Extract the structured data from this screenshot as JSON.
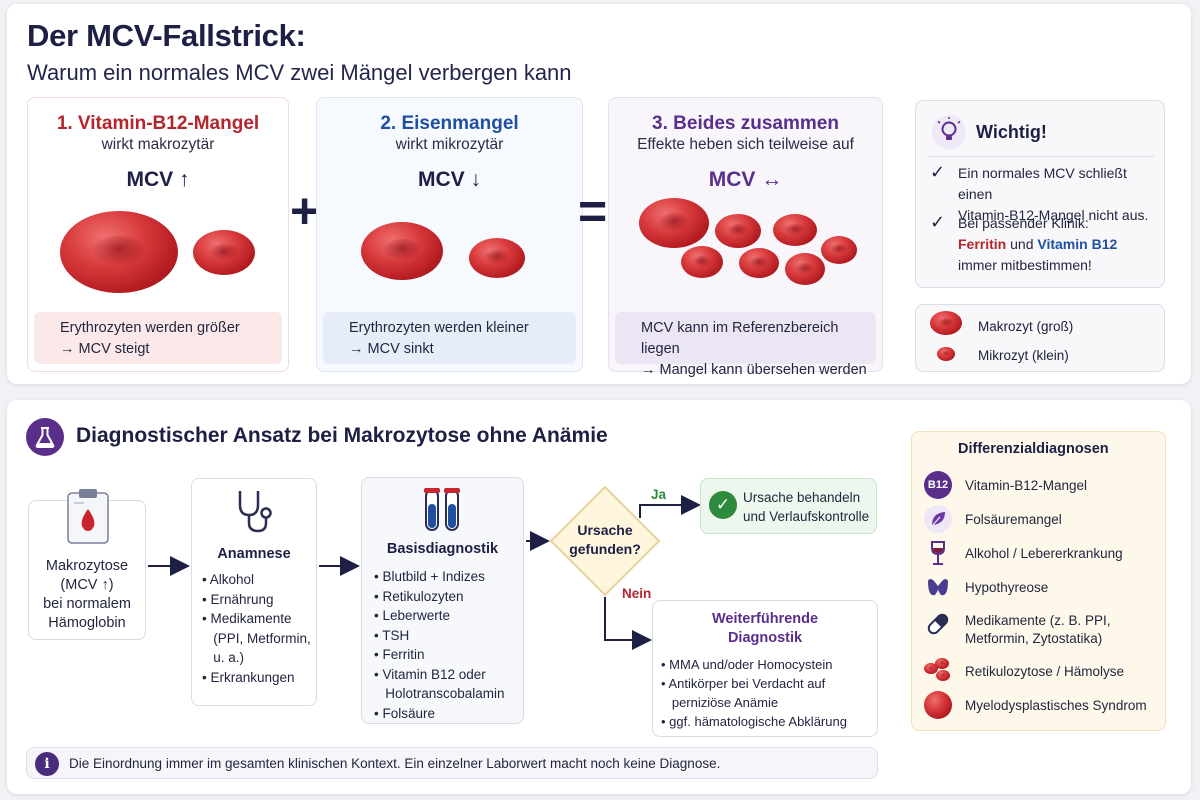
{
  "header": {
    "title": "Der MCV-Fallstrick:",
    "subtitle": "Warum ein normales MCV zwei Mängel verbergen kann"
  },
  "cards": [
    {
      "title": "1. Vitamin-B12-Mangel",
      "subtitle": "wirkt makrozytär",
      "mcv": "MCV ↑",
      "note_line1": "Erythrozyten werden größer",
      "note_line2": "→ MCV steigt"
    },
    {
      "title": "2. Eisenmangel",
      "subtitle": "wirkt mikrozytär",
      "mcv": "MCV ↓",
      "note_line1": "Erythrozyten werden kleiner",
      "note_line2": "→ MCV sinkt"
    },
    {
      "title": "3. Beides zusammen",
      "subtitle": "Effekte heben sich teilweise auf",
      "mcv": "MCV ↔",
      "note_line1": "MCV kann im Referenzbereich liegen",
      "note_line2": "→ Mangel kann übersehen werden"
    }
  ],
  "operators": {
    "plus": "+",
    "equals": "="
  },
  "important": {
    "title": "Wichtig!",
    "point1_line1": "Ein normales MCV schließt einen",
    "point1_line2": "Vitamin-B12-Mangel nicht aus.",
    "point2_line1": "Bei passender Klinik:",
    "point2_ferritin": "Ferritin",
    "point2_und": " und ",
    "point2_b12": "Vitamin B12",
    "point2_line3": "immer mitbestimmen!"
  },
  "legend": {
    "macro": "Makrozyt (groß)",
    "micro": "Mikrozyt (klein)"
  },
  "diagnostic": {
    "title": "Diagnostischer Ansatz bei Makrozytose ohne Anämie",
    "start_lines": [
      "Makrozytose",
      "(MCV ↑)",
      "bei normalem",
      "Hämoglobin"
    ],
    "anamnese_title": "Anamnese",
    "anamnese_items": [
      "• Alkohol",
      "• Ernährung",
      "• Medikamente",
      "   (PPI, Metformin,",
      "   u. a.)",
      "• Erkrankungen"
    ],
    "basis_title": "Basisdiagnostik",
    "basis_items": [
      "• Blutbild + Indizes",
      "• Retikulozyten",
      "• Leberwerte",
      "• TSH",
      "• Ferritin",
      "• Vitamin B12 oder",
      "   Holotranscobalamin",
      "• Folsäure"
    ],
    "decision_line1": "Ursache",
    "decision_line2": "gefunden?",
    "yes": "Ja",
    "no": "Nein",
    "yes_line1": "Ursache behandeln",
    "yes_line2": "und Verlaufskontrolle",
    "further_title_line1": "Weiterführende",
    "further_title_line2": "Diagnostik",
    "further_items": [
      "• MMA und/oder Homocystein",
      "• Antikörper bei Verdacht auf",
      "   perniziöse Anämie",
      "• ggf. hämatologische Abklärung"
    ]
  },
  "differential": {
    "title": "Differenzialdiagnosen",
    "b12_badge": "B12",
    "items": [
      {
        "label": "Vitamin-B12-Mangel",
        "icon": "b12-badge-icon"
      },
      {
        "label": "Folsäuremangel",
        "icon": "leaf-icon"
      },
      {
        "label": "Alkohol / Lebererkrankung",
        "icon": "wine-glass-icon"
      },
      {
        "label": "Hypothyreose",
        "icon": "thyroid-icon"
      },
      {
        "label": "Medikamente (z. B. PPI,",
        "label2": "Metformin, Zytostatika)",
        "icon": "pill-icon"
      },
      {
        "label": "Retikulozytose / Hämolyse",
        "icon": "blood-cells-icon"
      },
      {
        "label": "Myelodysplastisches Syndrom",
        "icon": "blood-cell-icon"
      }
    ]
  },
  "footer_note": "Die Einordnung immer im gesamten klinischen Kontext. Ein einzelner Laborwert macht noch keine Diagnose.",
  "colors": {
    "navy": "#1d1f45",
    "red": "#b3262d",
    "blue": "#1f4f9e",
    "purple": "#5a2f8c",
    "green": "#2e8b3d"
  }
}
